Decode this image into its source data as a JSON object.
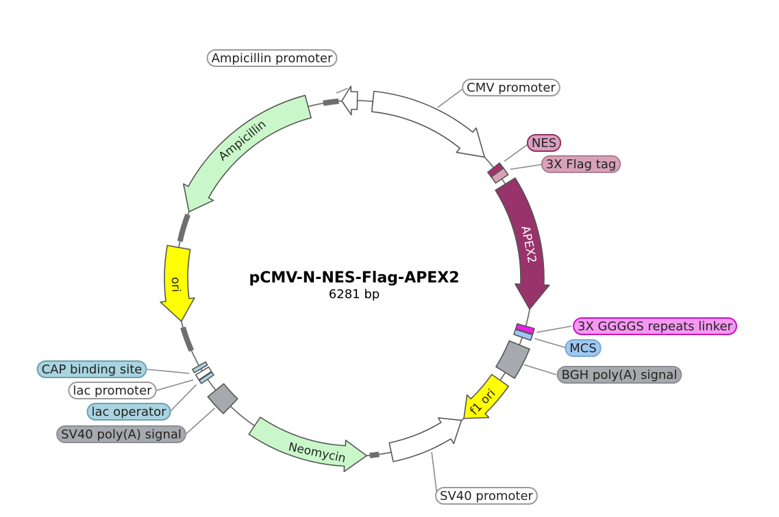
{
  "plasmid": {
    "name": "pCMV-N-NES-Flag-APEX2",
    "size_label": "6281 bp"
  },
  "features": [
    {
      "id": "cmv-promoter",
      "label": "CMV promoter",
      "color": "#ffffff",
      "kind": "arrow",
      "label_place": "outside"
    },
    {
      "id": "nes",
      "label": "NES",
      "color": "#a3326a",
      "kind": "box",
      "label_place": "outside"
    },
    {
      "id": "flag-tag",
      "label": "3X Flag tag",
      "color": "#d7a2b6",
      "kind": "box",
      "label_place": "outside"
    },
    {
      "id": "apex2",
      "label": "APEX2",
      "color": "#98336b",
      "kind": "arrow",
      "label_place": "inside"
    },
    {
      "id": "gggs-linker",
      "label": "3X GGGGS repeats linker",
      "color": "#ee1fe8",
      "kind": "box",
      "label_place": "outside"
    },
    {
      "id": "mcs",
      "label": "MCS",
      "color": "#9fc7f1",
      "kind": "box",
      "label_place": "outside"
    },
    {
      "id": "bgh-polya",
      "label": "BGH poly(A) signal",
      "color": "#a6a9ad",
      "kind": "box",
      "label_place": "outside"
    },
    {
      "id": "f1-ori",
      "label": "f1 ori",
      "color": "#ffff00",
      "kind": "arrow",
      "label_place": "inside"
    },
    {
      "id": "sv40-promoter",
      "label": "SV40 promoter",
      "color": "#ffffff",
      "kind": "arrow",
      "label_place": "outside"
    },
    {
      "id": "neomycin",
      "label": "Neomycin",
      "color": "#c9f7c9",
      "kind": "arrow",
      "label_place": "inside"
    },
    {
      "id": "sv40-polya",
      "label": "SV40 poly(A) signal",
      "color": "#a6a9ad",
      "kind": "box",
      "label_place": "outside"
    },
    {
      "id": "lac-operator",
      "label": "lac operator",
      "color": "#a9d4e0",
      "kind": "box",
      "label_place": "outside"
    },
    {
      "id": "lac-promoter",
      "label": "lac promoter",
      "color": "#ffffff",
      "kind": "box",
      "label_place": "outside"
    },
    {
      "id": "cap-binding-site",
      "label": "CAP binding site",
      "color": "#a9d4e0",
      "kind": "box",
      "label_place": "outside"
    },
    {
      "id": "ori",
      "label": "ori",
      "color": "#ffff00",
      "kind": "arrow",
      "label_place": "inside"
    },
    {
      "id": "ampicillin",
      "label": "Ampicillin",
      "color": "#c9f7c9",
      "kind": "arrow",
      "label_place": "inside"
    },
    {
      "id": "ampicillin-promoter",
      "label": "Ampicillin promoter",
      "color": "#ffffff",
      "kind": "arrow",
      "label_place": "outside"
    }
  ],
  "colors": {
    "backbone": "#6e6e6e",
    "label_text": "#222222",
    "leader_line": "#8a8a8a"
  }
}
